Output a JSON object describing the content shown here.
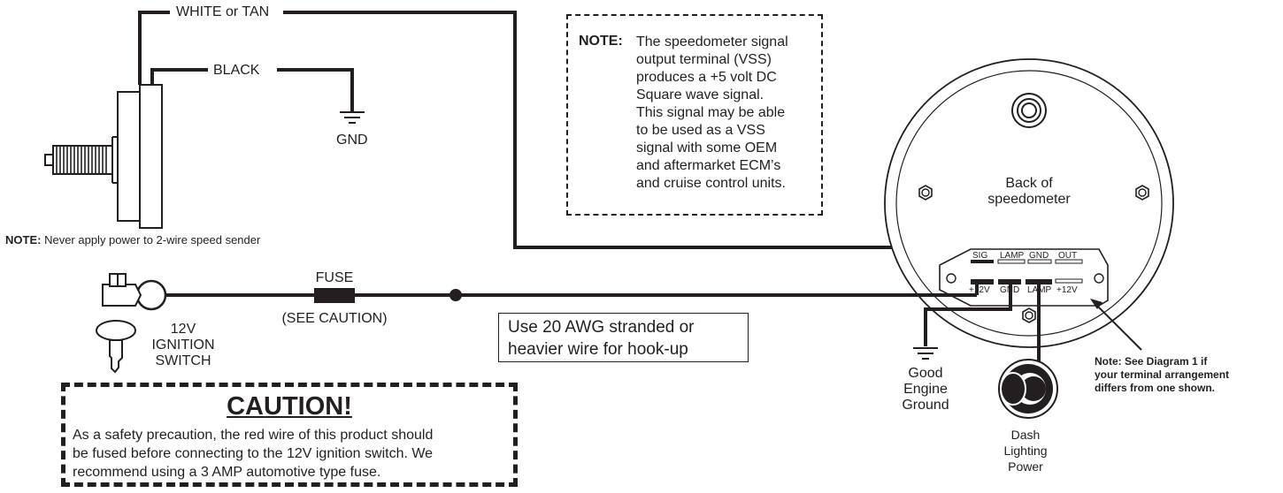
{
  "wires": {
    "white_label": "WHITE or TAN",
    "black_label": "BLACK",
    "gnd_label": "GND"
  },
  "sender_note": {
    "prefix": "NOTE:",
    "text": "Never apply power to 2-wire speed sender"
  },
  "vss_note": {
    "prefix": "NOTE:",
    "lines": [
      "The speedometer signal",
      "output terminal (VSS)",
      "produces a +5 volt DC",
      "Square wave signal.",
      "This signal may be able",
      "to be used as a VSS",
      "signal with some OEM",
      "and aftermarket ECM’s",
      "and cruise control units."
    ]
  },
  "speedometer": {
    "label_lines": [
      "Back of",
      "speedometer"
    ],
    "top_terminals": [
      "SIG",
      "LAMP",
      "GND",
      "OUT"
    ],
    "bottom_terminals": [
      "+12V",
      "GND",
      "LAMP",
      "+12V"
    ]
  },
  "fuse": {
    "label": "FUSE",
    "caution_ref": "(SEE CAUTION)"
  },
  "ignition": {
    "lines": [
      "12V",
      "IGNITION",
      "SWITCH"
    ]
  },
  "wire_box": {
    "lines": [
      "Use 20 AWG stranded or",
      "heavier wire for hook-up"
    ]
  },
  "ground": {
    "lines": [
      "Good",
      "Engine",
      "Ground"
    ]
  },
  "dash": {
    "lines": [
      "Dash",
      "Lighting",
      "Power"
    ]
  },
  "diagram_note": {
    "lines": [
      "Note:  See Diagram 1 if",
      "your terminal arrangement",
      "differs from one shown."
    ]
  },
  "caution": {
    "title": "CAUTION!",
    "lines": [
      "As a safety precaution, the red wire of this product should",
      "be fused before connecting to the 12V ignition switch. We",
      "recommend using a 3 AMP automotive type fuse."
    ]
  }
}
